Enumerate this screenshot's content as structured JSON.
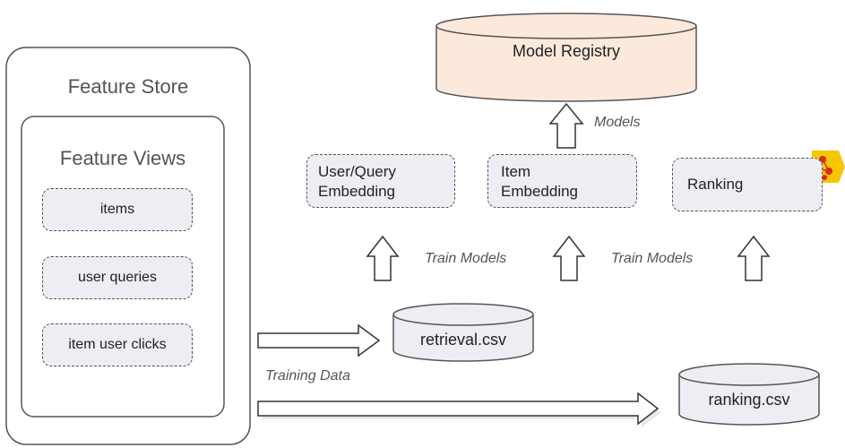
{
  "feature_store": {
    "title": "Feature Store",
    "feature_views": {
      "title": "Feature Views",
      "items": [
        "items",
        "user queries",
        "item user clicks"
      ]
    }
  },
  "model_registry": {
    "label": "Model Registry"
  },
  "models": [
    {
      "line1": "User/Query",
      "line2": "Embedding",
      "icon": "tensorflow-icon"
    },
    {
      "line1": "Item",
      "line2": "Embedding",
      "icon": "tensorflow-icon"
    },
    {
      "line1": "Ranking",
      "line2": "",
      "icon": "xgboost-icon"
    }
  ],
  "annotations": {
    "models": "Models",
    "train_models_1": "Train Models",
    "train_models_2": "Train Models",
    "training_data": "Training Data"
  },
  "datasets": {
    "retrieval": "retrieval.csv",
    "ranking": "ranking.csv"
  },
  "colors": {
    "registry_fill": "#fde9dc",
    "box_fill": "#eceef3",
    "tf_orange": "#ff8f00",
    "xgb_yellow": "#f7c600"
  }
}
